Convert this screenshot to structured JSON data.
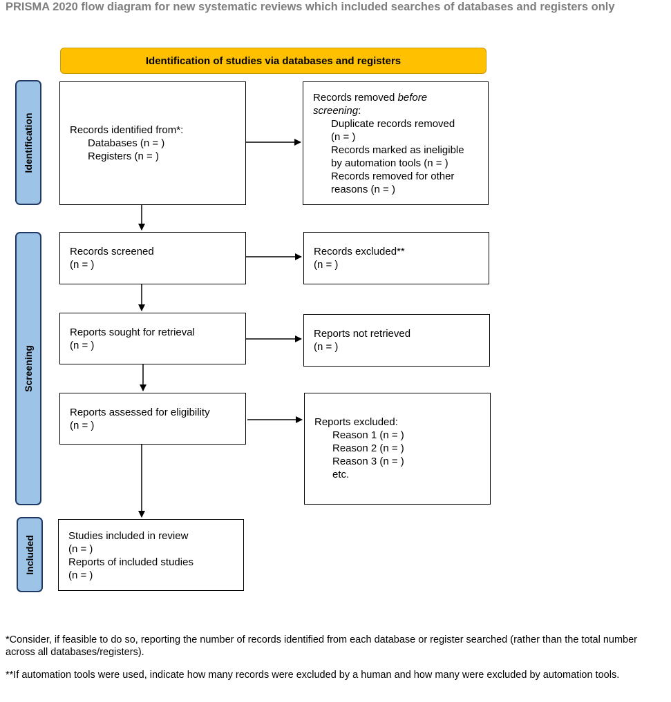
{
  "title": "PRISMA 2020 flow diagram for new systematic reviews which included searches of databases and registers only",
  "banner": "Identification of studies via databases and registers",
  "side_labels": {
    "identification": "Identification",
    "screening": "Screening",
    "included": "Included"
  },
  "boxes": {
    "records_identified": {
      "line1": "Records identified from*:",
      "line2": "Databases (n = )",
      "line3": "Registers (n = )"
    },
    "records_removed": {
      "line1_prefix": "Records removed ",
      "line1_italic": "before",
      "line2_italic": "screening",
      "line2_suffix": ":",
      "item1a": "Duplicate records removed",
      "item1b": "(n = )",
      "item2a": "Records marked as ineligible",
      "item2b": "by automation tools (n = )",
      "item3a": "Records removed for other",
      "item3b": "reasons (n = )"
    },
    "records_screened": {
      "line1": "Records screened",
      "line2": "(n = )"
    },
    "records_excluded": {
      "line1": "Records excluded**",
      "line2": "(n = )"
    },
    "reports_sought": {
      "line1": "Reports sought for retrieval",
      "line2": "(n = )"
    },
    "reports_not_retrieved": {
      "line1": "Reports not retrieved",
      "line2": "(n = )"
    },
    "reports_assessed": {
      "line1": "Reports assessed for eligibility",
      "line2": "(n = )"
    },
    "reports_excluded": {
      "line1": "Reports excluded:",
      "reason1": "Reason 1 (n = )",
      "reason2": "Reason 2 (n = )",
      "reason3": "Reason 3 (n = )",
      "etc": "etc."
    },
    "studies_included": {
      "line1": "Studies included in review",
      "line2": "(n = )",
      "line3": "Reports of included studies",
      "line4": "(n = )"
    }
  },
  "footnotes": {
    "note1": "*Consider, if feasible to do so, reporting the number of records identified from each database or register searched (rather than the total number across all databases/registers).",
    "note2": "**If automation tools were used, indicate how many records were excluded by a human and how many were excluded by automation tools."
  },
  "colors": {
    "banner": "#ffc000",
    "side_fill": "#9dc3e6",
    "side_border": "#1f3864",
    "title": "#7f7f7f"
  }
}
